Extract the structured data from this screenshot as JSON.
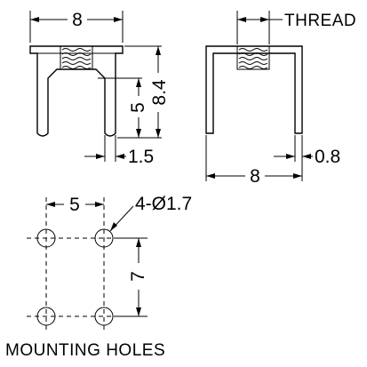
{
  "front_view": {
    "width_label": "8",
    "height_label": "8.4",
    "slot_depth_label": "5",
    "pin_gap_label": "1.5"
  },
  "side_view": {
    "thread_label": "THREAD",
    "width_label": "8",
    "thickness_label": "0.8"
  },
  "mounting": {
    "spacing_x_label": "5",
    "spacing_y_label": "7",
    "hole_label": "4-Ø1.7",
    "title": "MOUNTING HOLES"
  }
}
